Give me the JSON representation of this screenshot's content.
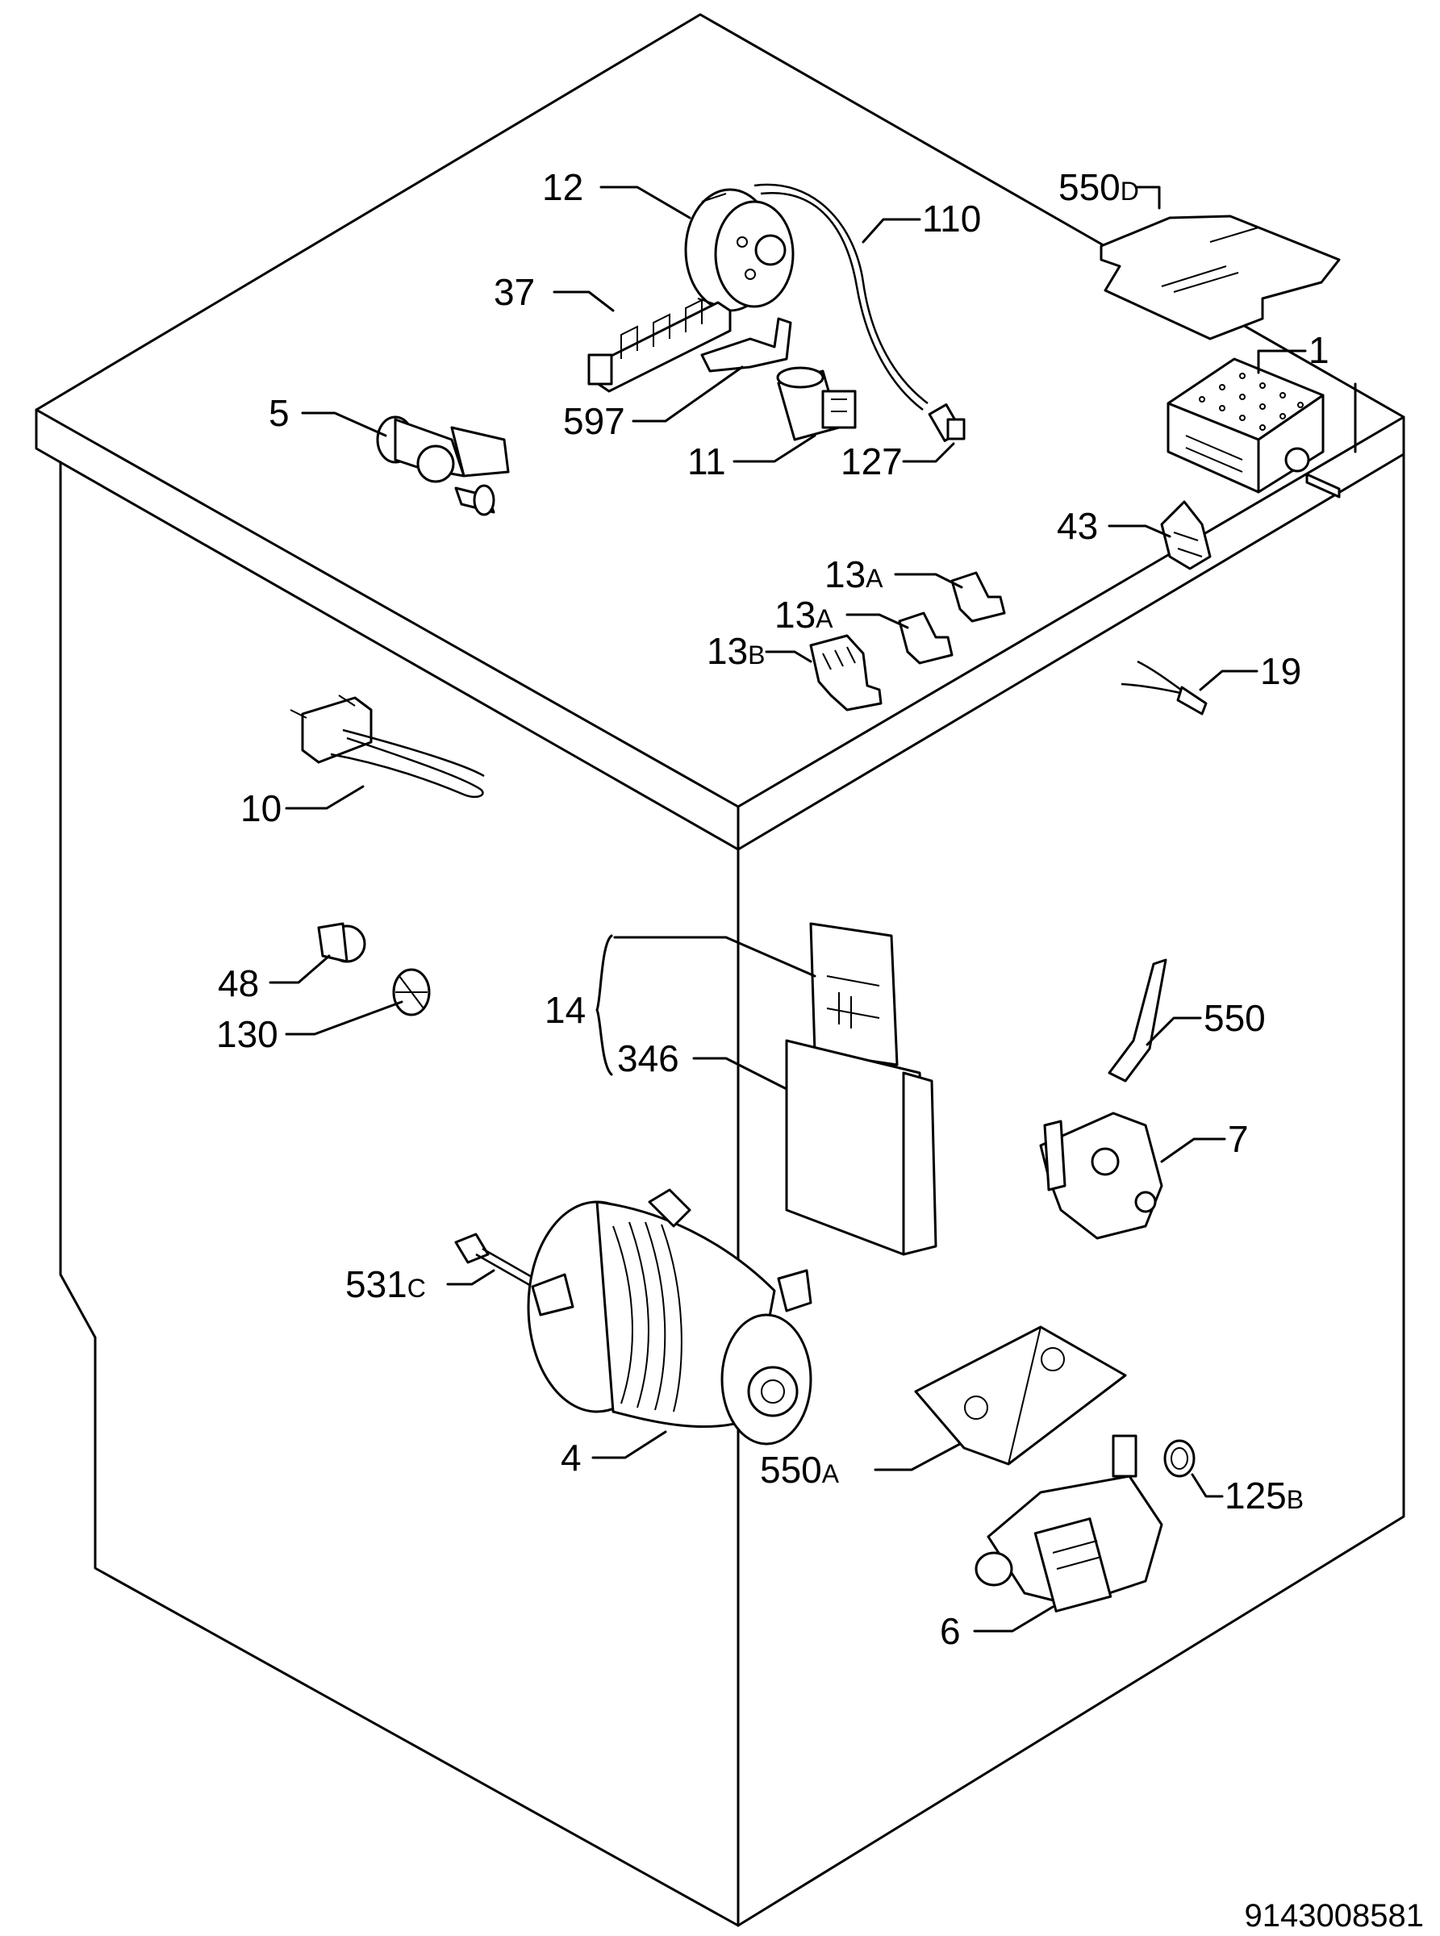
{
  "drawing_number": "9143008581",
  "parts": [
    {
      "id": "p1",
      "label": "1"
    },
    {
      "id": "p4",
      "label": "4"
    },
    {
      "id": "p5",
      "label": "5"
    },
    {
      "id": "p6",
      "label": "6"
    },
    {
      "id": "p7",
      "label": "7"
    },
    {
      "id": "p10",
      "label": "10"
    },
    {
      "id": "p11",
      "label": "11"
    },
    {
      "id": "p12",
      "label": "12"
    },
    {
      "id": "p13a1",
      "label": "13",
      "suffix": "A"
    },
    {
      "id": "p13a2",
      "label": "13",
      "suffix": "A"
    },
    {
      "id": "p13b",
      "label": "13",
      "suffix": "B"
    },
    {
      "id": "p14",
      "label": "14"
    },
    {
      "id": "p19",
      "label": "19"
    },
    {
      "id": "p37",
      "label": "37"
    },
    {
      "id": "p43",
      "label": "43"
    },
    {
      "id": "p48",
      "label": "48"
    },
    {
      "id": "p110",
      "label": "110"
    },
    {
      "id": "p125b",
      "label": "125",
      "suffix": "B"
    },
    {
      "id": "p127",
      "label": "127"
    },
    {
      "id": "p130",
      "label": "130"
    },
    {
      "id": "p346",
      "label": "346"
    },
    {
      "id": "p531c",
      "label": "531",
      "suffix": "C"
    },
    {
      "id": "p550",
      "label": "550"
    },
    {
      "id": "p550a",
      "label": "550",
      "suffix": "A"
    },
    {
      "id": "p550d",
      "label": "550",
      "suffix": "D"
    },
    {
      "id": "p597",
      "label": "597"
    }
  ]
}
